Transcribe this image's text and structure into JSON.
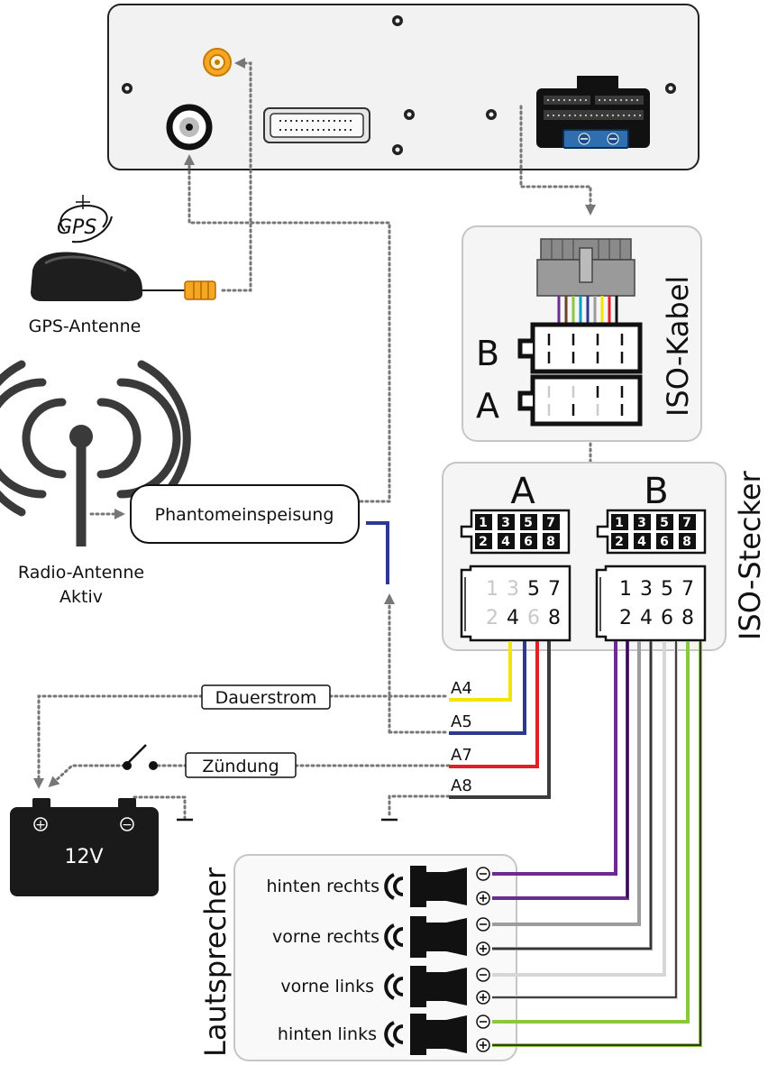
{
  "gps_logo": "GPS",
  "gps_antenna": "GPS-Antenne",
  "radio_antenna": [
    "Radio-Antenne",
    "Aktiv"
  ],
  "phantom": "Phantomeinspeisung",
  "iso_kabel": "ISO-Kabel",
  "iso_stecker": "ISO-Stecker",
  "cable_side_labels": [
    "B",
    "A"
  ],
  "connector_a": {
    "title": "A",
    "pins_top": [
      "1",
      "3",
      "5",
      "7"
    ],
    "pins_bottom": [
      "2",
      "4",
      "6",
      "8"
    ],
    "face_top": [
      "1",
      "3",
      "5",
      "7"
    ],
    "face_bottom": [
      "2",
      "4",
      "6",
      "8"
    ]
  },
  "connector_b": {
    "title": "B",
    "pins_top": [
      "1",
      "3",
      "5",
      "7"
    ],
    "pins_bottom": [
      "2",
      "4",
      "6",
      "8"
    ],
    "face_top": [
      "1",
      "3",
      "5",
      "7"
    ],
    "face_bottom": [
      "2",
      "4",
      "6",
      "8"
    ]
  },
  "dauerstrom": "Dauerstrom",
  "zuendung": "Zündung",
  "wires": [
    "A4",
    "A5",
    "A7",
    "A8"
  ],
  "battery": {
    "label": "12V",
    "plus": "+",
    "minus": "−"
  },
  "lautsprecher": "Lautsprecher",
  "speakers": [
    "hinten rechts",
    "vorne rechts",
    "vorne links",
    "hinten links"
  ],
  "wire_colors": {
    "A4": "#f2e500",
    "A5": "#2b3990",
    "A7": "#e31e24",
    "A8": "#3c3c3c",
    "hinten_rechts": "#6a2c91",
    "vorne_rechts": "#9d9d9d",
    "vorne_links": "#d6d6d6",
    "hinten_links": "#8dc63f"
  }
}
